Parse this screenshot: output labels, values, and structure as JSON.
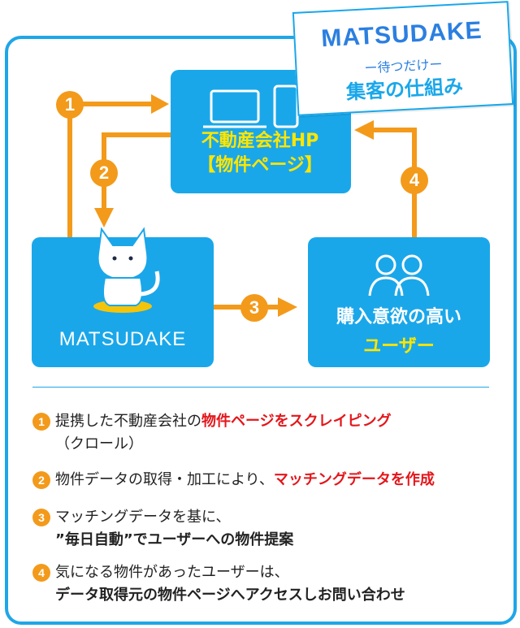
{
  "logo": {
    "brand": "MATSUDAKE",
    "tagline": "ー待つだけー",
    "subtitle": "集客の仕組み"
  },
  "boxes": {
    "hp_title": "不動産会社HP",
    "hp_subtitle": "【物件ページ】",
    "matsudake_label": "MATSUDAKE",
    "user_line1": "購入意欲の高い",
    "user_line2": "ユーザー"
  },
  "badges": [
    "1",
    "2",
    "3",
    "4"
  ],
  "steps": [
    {
      "num": "1",
      "normal": "提携した不動産会社の",
      "highlight": "物件ページをスクレイピング",
      "line2": "（クロール）"
    },
    {
      "num": "2",
      "normal": "物件データの取得・加工により、",
      "highlight": "マッチングデータを作成"
    },
    {
      "num": "3",
      "line1": "マッチングデータを基に、",
      "highlight2": "”毎日自動”でユーザーへの物件提案"
    },
    {
      "num": "4",
      "line1": "気になる物件があったユーザーは、",
      "highlight2": "データ取得元の物件ページへアクセスしお問い合わせ"
    }
  ],
  "colors": {
    "blue": "#1aa7ea",
    "orange": "#f39a1b",
    "yellow": "#ffe600",
    "red": "#e4161b"
  }
}
